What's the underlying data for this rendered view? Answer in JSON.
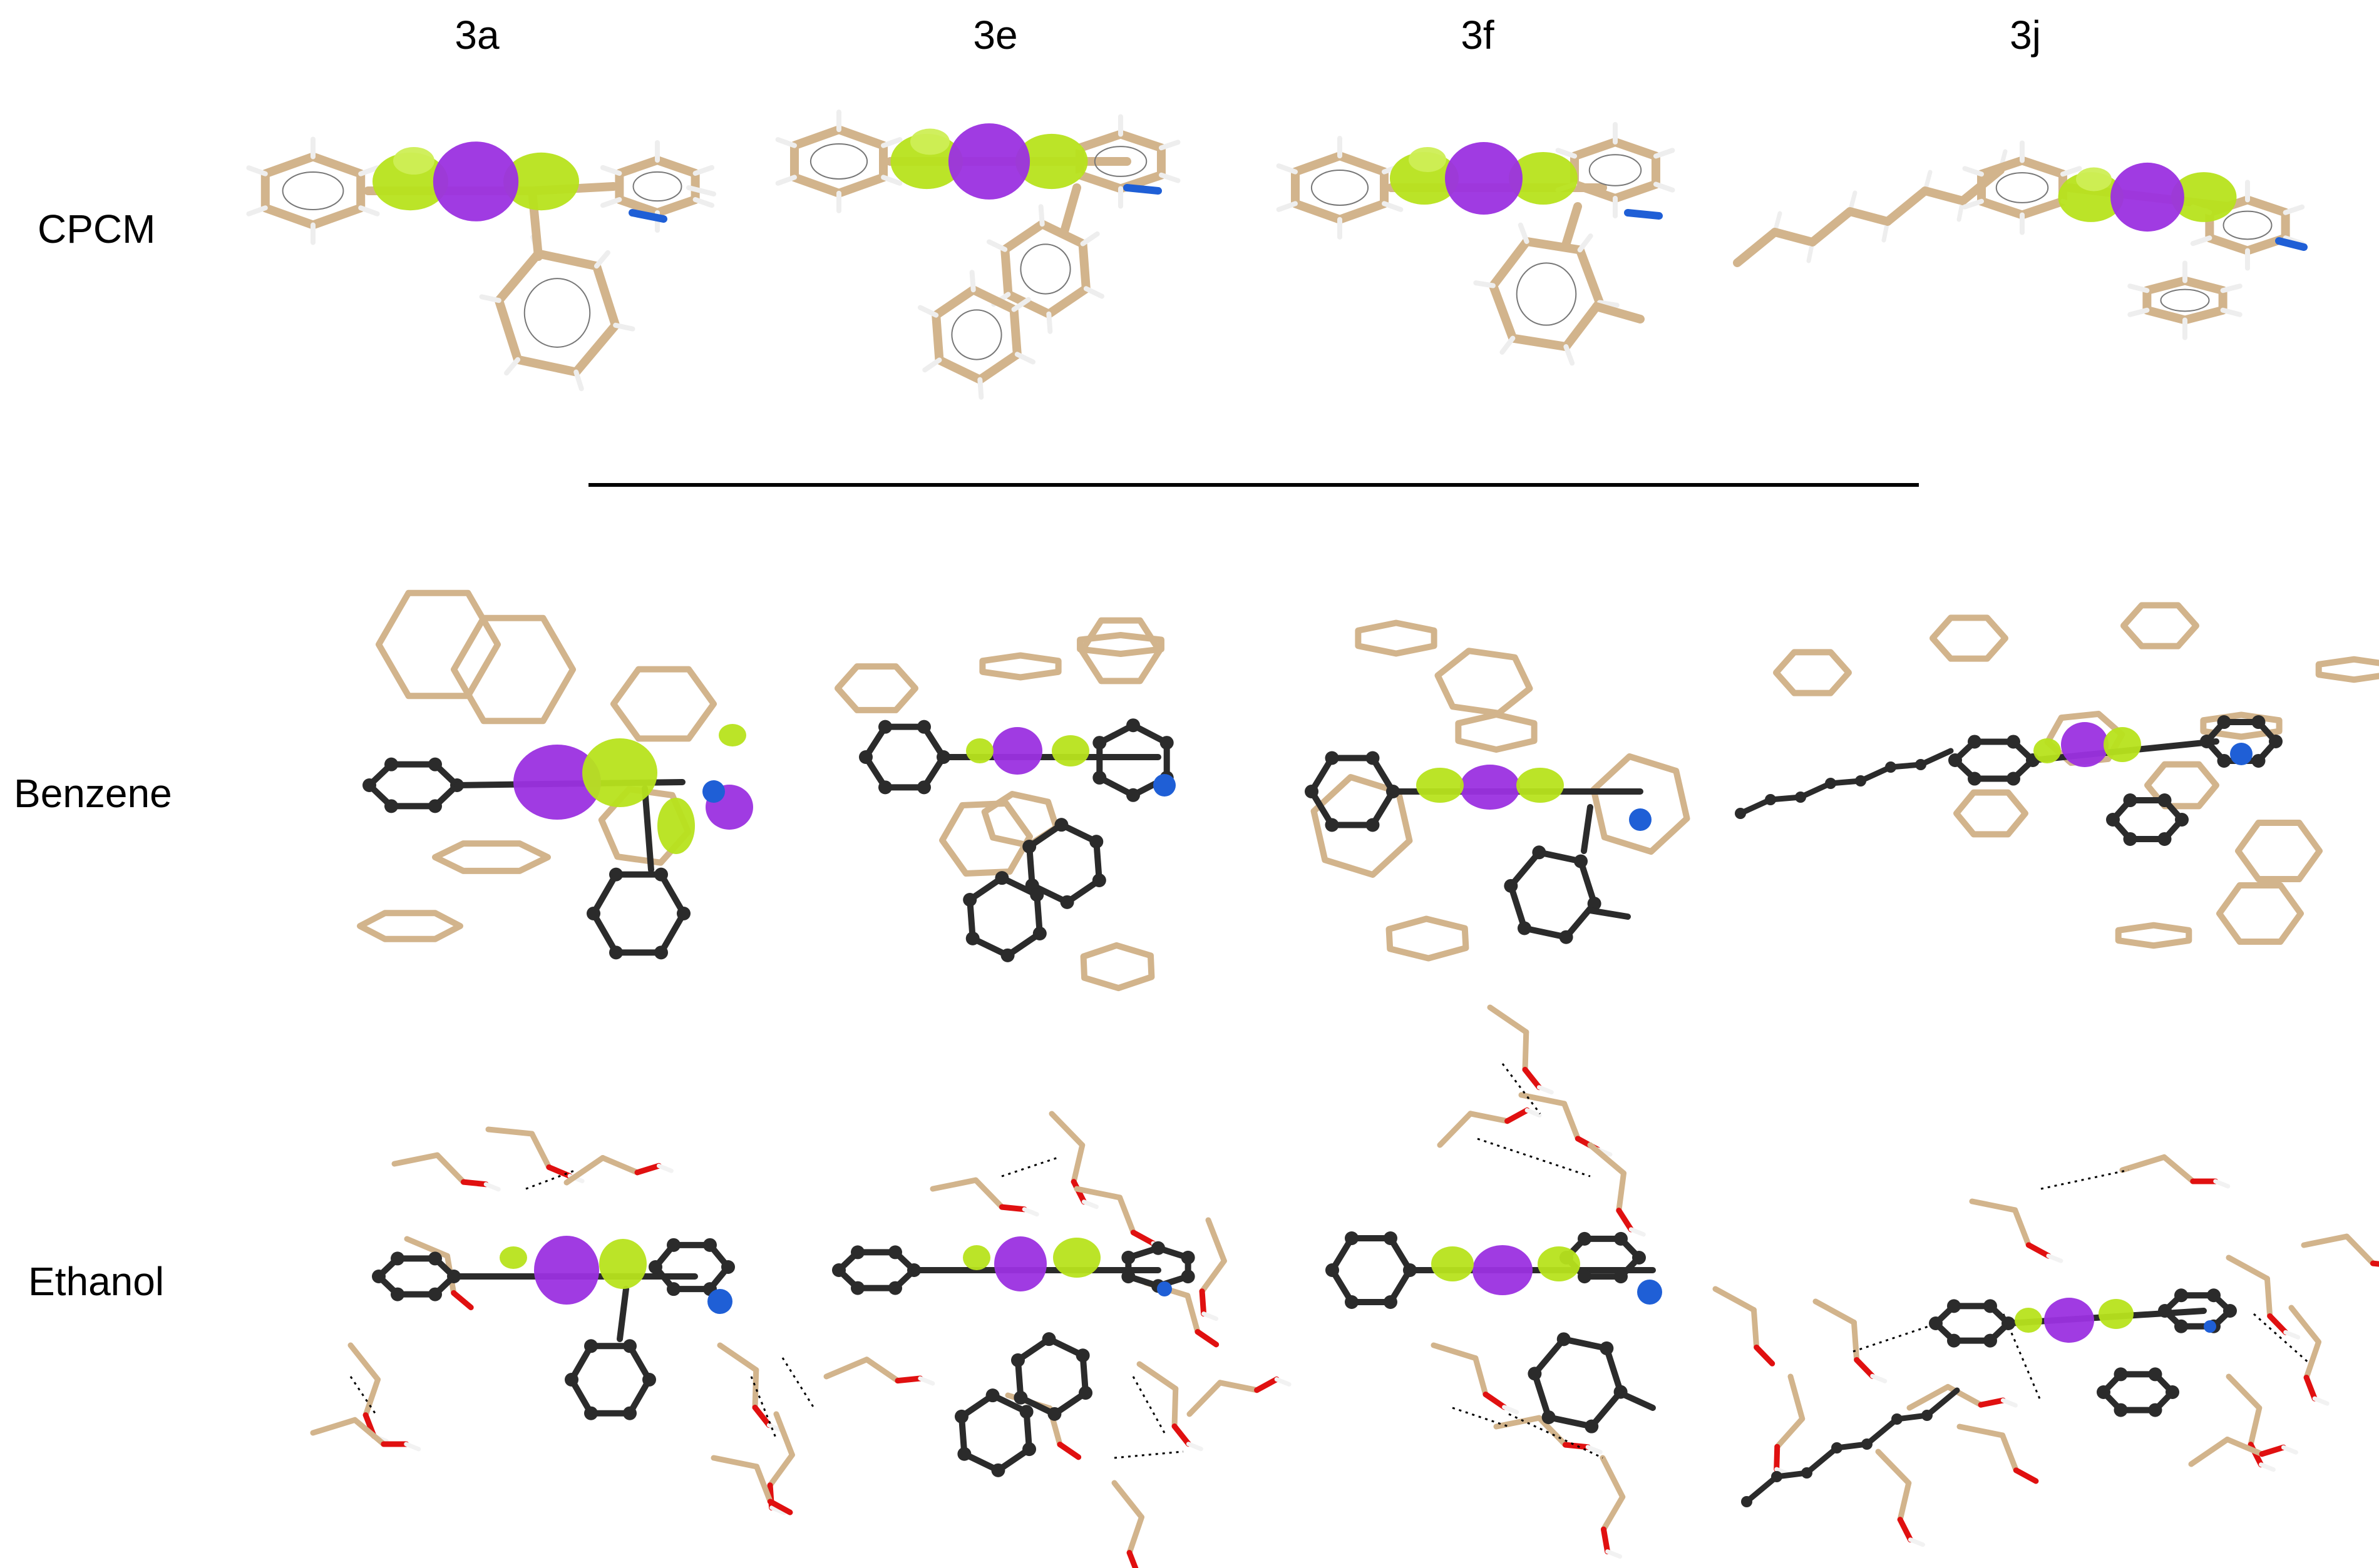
{
  "columns": [
    {
      "label": "3a"
    },
    {
      "label": "3e"
    },
    {
      "label": "3f"
    },
    {
      "label": "3j"
    }
  ],
  "rows": [
    {
      "label": "CPCM"
    },
    {
      "label": "Benzene"
    },
    {
      "label": "Ethanol"
    }
  ],
  "colors": {
    "stick": "#d2b48c",
    "ball_stick": "#2b2b2b",
    "orbital_negative": "#9b30e0",
    "orbital_positive": "#b7e31c",
    "nitrogen": "#1f5fd6",
    "oxygen": "#e01010",
    "hydrogen": "#f2f2f2",
    "hbond": "#000000"
  }
}
